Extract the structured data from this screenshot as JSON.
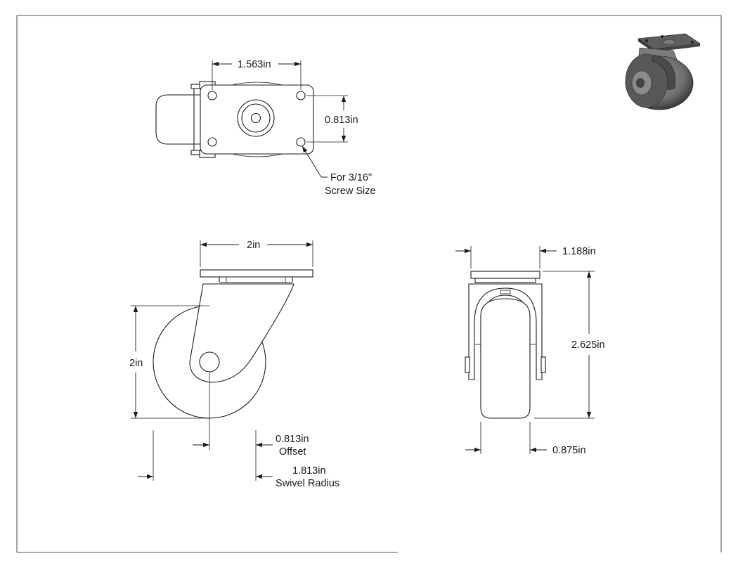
{
  "dimensions": {
    "plate_hole_spacing_width": "1.563in",
    "plate_hole_spacing_length": "0.813in",
    "screw_note_line1": "For 3/16\"",
    "screw_note_line2": "Screw Size",
    "overall_width": "2in",
    "wheel_diameter": "2in",
    "offset_value": "0.813in",
    "offset_label": "Offset",
    "swivel_radius_value": "1.813in",
    "swivel_radius_label": "Swivel Radius",
    "plate_width_side": "1.188in",
    "overall_height": "2.625in",
    "wheel_width": "0.875in"
  },
  "colors": {
    "line": "#1a1a1a",
    "background": "#ffffff",
    "render_dark": "#3a3a3a",
    "render_mid": "#6e6e6e",
    "render_light": "#a8a8a8"
  }
}
